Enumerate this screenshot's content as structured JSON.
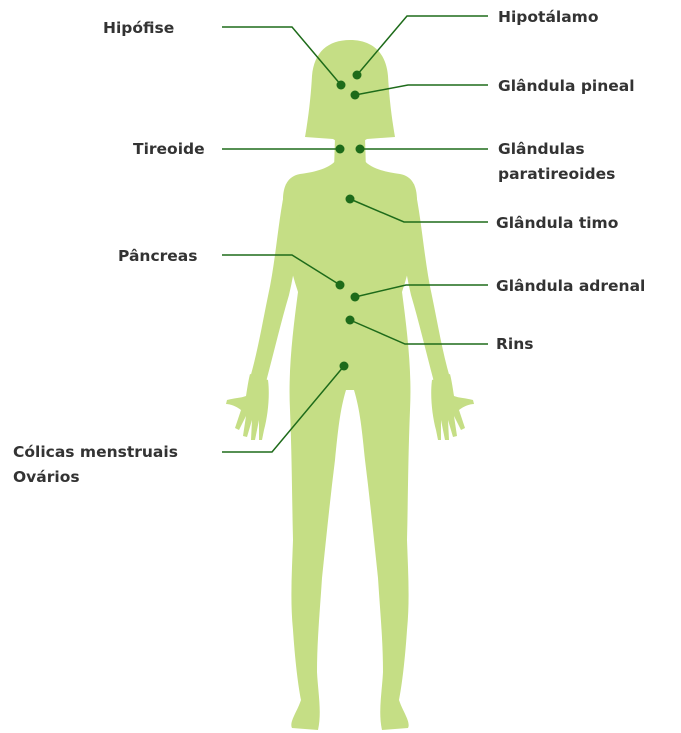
{
  "colors": {
    "body_fill": "#c5de85",
    "marker": "#1e6b1a",
    "label_text": "#333333",
    "background": "#ffffff"
  },
  "labels": {
    "hipofise": "Hipófise",
    "hipotalamo": "Hipotálamo",
    "pineal": "Glândula pineal",
    "tireoide": "Tireoide",
    "paratireoides_line1": "Glândulas",
    "paratireoides_line2": "paratireoides",
    "timo": "Glândula timo",
    "pancreas": "Pâncreas",
    "adrenal": "Glândula adrenal",
    "rins": "Rins",
    "colicas_line1": "Cólicas menstruais",
    "colicas_line2": "Ovários"
  }
}
